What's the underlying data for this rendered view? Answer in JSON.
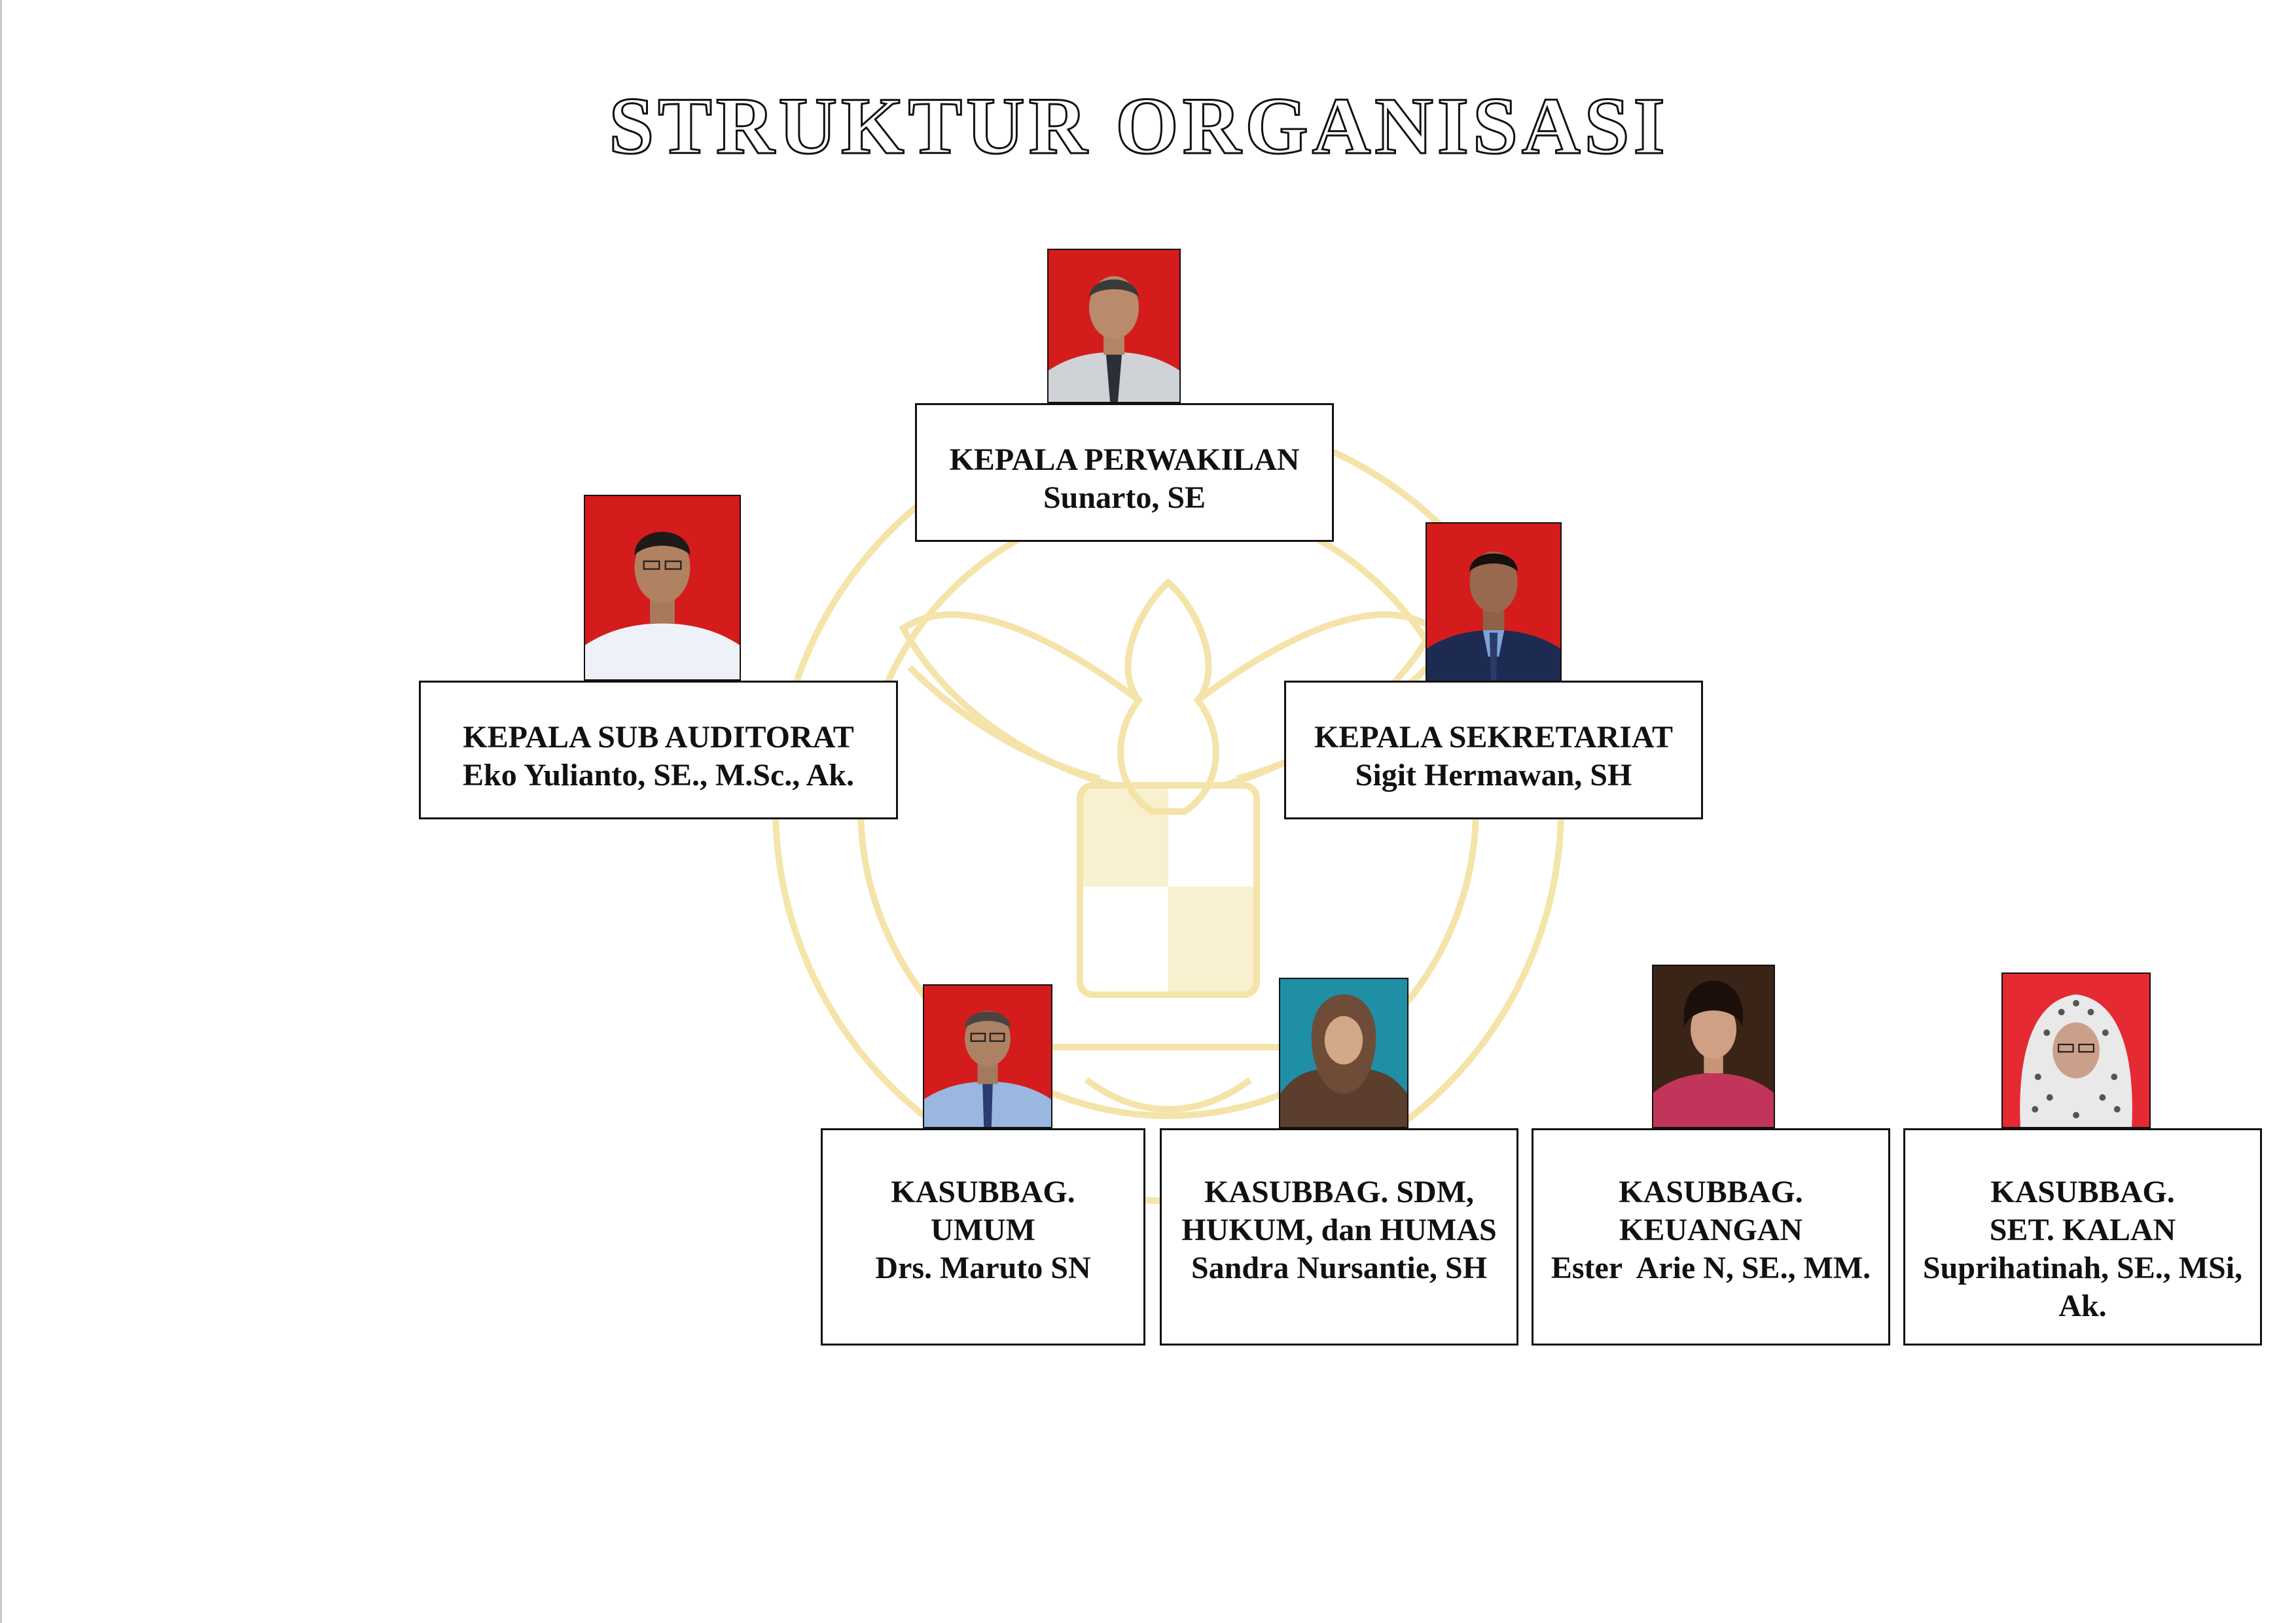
{
  "title": "STRUKTUR ORGANISASI",
  "colors": {
    "red_background": "#d41c1c",
    "teal_background": "#1f8fa6",
    "dark_background": "#3a2418",
    "watermark": "#f3e2a0",
    "border": "#111111"
  },
  "nodes": {
    "kepala_perwakilan": {
      "role": "KEPALA PERWAKILAN",
      "name": "Sunarto, SE"
    },
    "kepala_sub_auditorat": {
      "role": "KEPALA SUB AUDITORAT",
      "name": "Eko Yulianto, SE., M.Sc., Ak."
    },
    "kepala_sekretariat": {
      "role": "KEPALA SEKRETARIAT",
      "name": "Sigit Hermawan, SH"
    },
    "kasubbag_umum": {
      "role_line1": "KASUBBAG.",
      "role_line2": "UMUM",
      "name": "Drs. Maruto SN"
    },
    "kasubbag_sdm": {
      "role_line1": "KASUBBAG. SDM,",
      "role_line2": "HUKUM, dan HUMAS",
      "name": "Sandra Nursantie, SH"
    },
    "kasubbag_keuangan": {
      "role_line1": "KASUBBAG.",
      "role_line2": "KEUANGAN",
      "name": "Ester  Arie N, SE., MM."
    },
    "kasubbag_set_kalan": {
      "role_line1": "KASUBBAG.",
      "role_line2": "SET. KALAN",
      "name_line1": "Suprihatinah, SE., MSi,",
      "name_line2": "Ak."
    }
  }
}
